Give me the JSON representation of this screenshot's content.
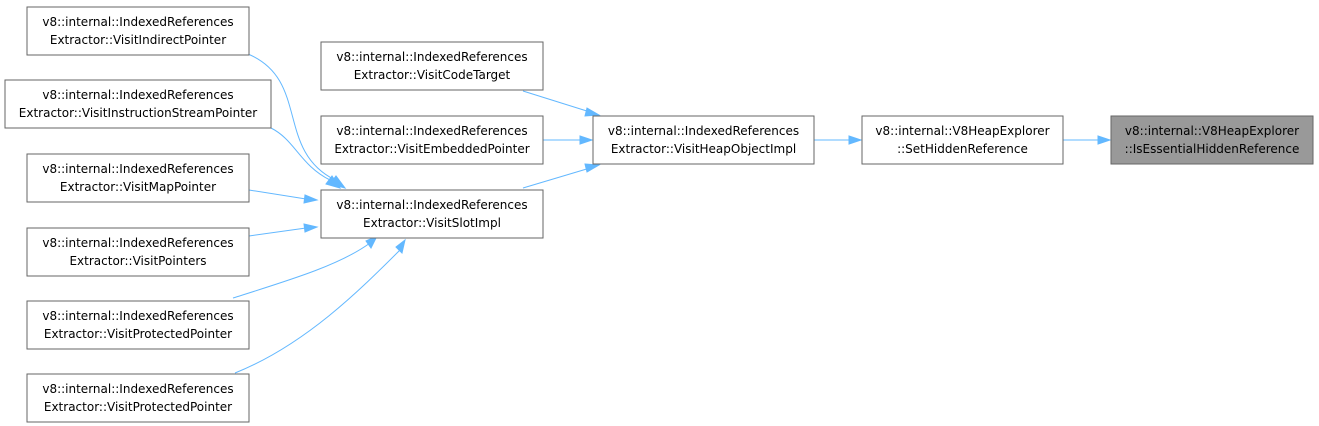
{
  "nodes": [
    {
      "id": "n0",
      "line1": "v8::internal::V8HeapExplorer",
      "line2": "::IsEssentialHiddenReference",
      "focus": true
    },
    {
      "id": "n1",
      "line1": "v8::internal::V8HeapExplorer",
      "line2": "::SetHiddenReference"
    },
    {
      "id": "n2",
      "line1": "v8::internal::IndexedReferences",
      "line2": "Extractor::VisitHeapObjectImpl"
    },
    {
      "id": "n3",
      "line1": "v8::internal::IndexedReferences",
      "line2": "Extractor::VisitCodeTarget"
    },
    {
      "id": "n4",
      "line1": "v8::internal::IndexedReferences",
      "line2": "Extractor::VisitEmbeddedPointer"
    },
    {
      "id": "n5",
      "line1": "v8::internal::IndexedReferences",
      "line2": "Extractor::VisitSlotImpl"
    },
    {
      "id": "n6",
      "line1": "v8::internal::IndexedReferences",
      "line2": "Extractor::VisitIndirectPointer"
    },
    {
      "id": "n7",
      "line1": "v8::internal::IndexedReferences",
      "line2": "Extractor::VisitInstructionStreamPointer"
    },
    {
      "id": "n8",
      "line1": "v8::internal::IndexedReferences",
      "line2": "Extractor::VisitMapPointer"
    },
    {
      "id": "n9",
      "line1": "v8::internal::IndexedReferences",
      "line2": "Extractor::VisitPointers"
    },
    {
      "id": "n10",
      "line1": "v8::internal::IndexedReferences",
      "line2": "Extractor::VisitProtectedPointer"
    },
    {
      "id": "n11",
      "line1": "v8::internal::IndexedReferences",
      "line2": "Extractor::VisitProtectedPointer"
    }
  ],
  "edges": [
    {
      "from": "n1",
      "to": "n0"
    },
    {
      "from": "n2",
      "to": "n1"
    },
    {
      "from": "n3",
      "to": "n2"
    },
    {
      "from": "n4",
      "to": "n2"
    },
    {
      "from": "n5",
      "to": "n2"
    },
    {
      "from": "n6",
      "to": "n5"
    },
    {
      "from": "n7",
      "to": "n5"
    },
    {
      "from": "n8",
      "to": "n5"
    },
    {
      "from": "n9",
      "to": "n5"
    },
    {
      "from": "n10",
      "to": "n5"
    },
    {
      "from": "n11",
      "to": "n5"
    }
  ],
  "colors": {
    "edge": "#63b8ff",
    "focus_fill": "#999999",
    "border": "#666666"
  }
}
